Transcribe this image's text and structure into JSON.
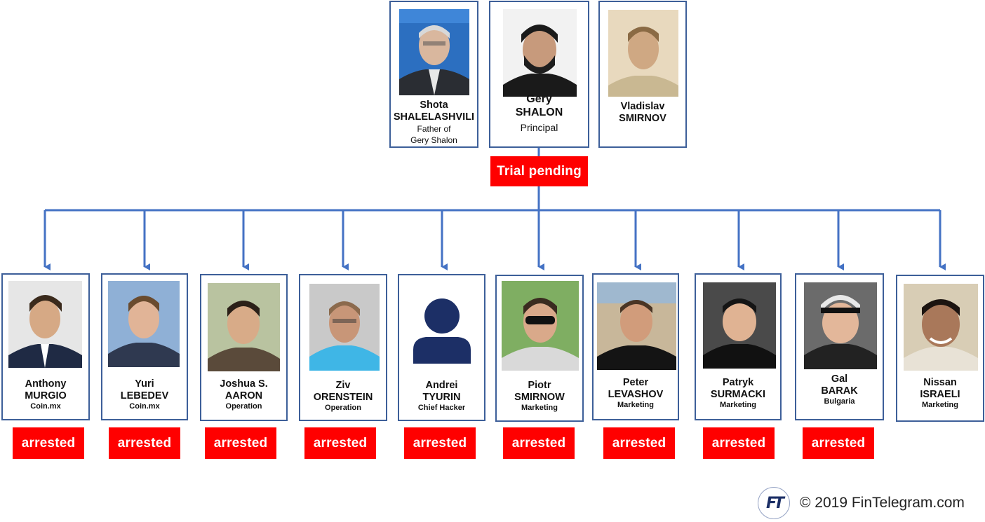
{
  "top": [
    {
      "first": "Shota",
      "last": "SHALELASHVILI",
      "sub1": "Father of",
      "sub2": "Gery Shalon"
    },
    {
      "first": "Gery",
      "last": "SHALON",
      "sub1": "Principal"
    },
    {
      "first": "Vladislav",
      "last": "SMIRNOV"
    }
  ],
  "trial_badge": "Trial pending",
  "people": [
    {
      "first": "Anthony",
      "last": "MURGIO",
      "role": "Coin.mx",
      "status": "arrested"
    },
    {
      "first": "Yuri",
      "last": "LEBEDEV",
      "role": "Coin.mx",
      "status": "arrested"
    },
    {
      "first": "Joshua S.",
      "last": "AARON",
      "role": "Operation",
      "status": "arrested"
    },
    {
      "first": "Ziv",
      "last": "ORENSTEIN",
      "role": "Operation",
      "status": "arrested"
    },
    {
      "first": "Andrei",
      "last": "TYURIN",
      "role": "Chief Hacker",
      "status": "arrested"
    },
    {
      "first": "Piotr",
      "last": "SMIRNOW",
      "role": "Marketing",
      "status": "arrested"
    },
    {
      "first": "Peter",
      "last": "LEVASHOV",
      "role": "Marketing",
      "status": "arrested"
    },
    {
      "first": "Patryk",
      "last": "SURMACKI",
      "role": "Marketing",
      "status": "arrested"
    },
    {
      "first": "Gal",
      "last": "BARAK",
      "role": "Bulgaria",
      "status": "arrested"
    },
    {
      "first": "Nissan",
      "last": "ISRAELI",
      "role": "Marketing"
    }
  ],
  "footer": {
    "logo": "FT",
    "copyright": "© 2019 FinTelegram.com"
  },
  "colors": {
    "badge": "#ff0000",
    "connector": "#4472c4",
    "border": "#3d5f99",
    "silhouette": "#1c2f66"
  },
  "icons": [
    "person-silhouette-icon"
  ]
}
